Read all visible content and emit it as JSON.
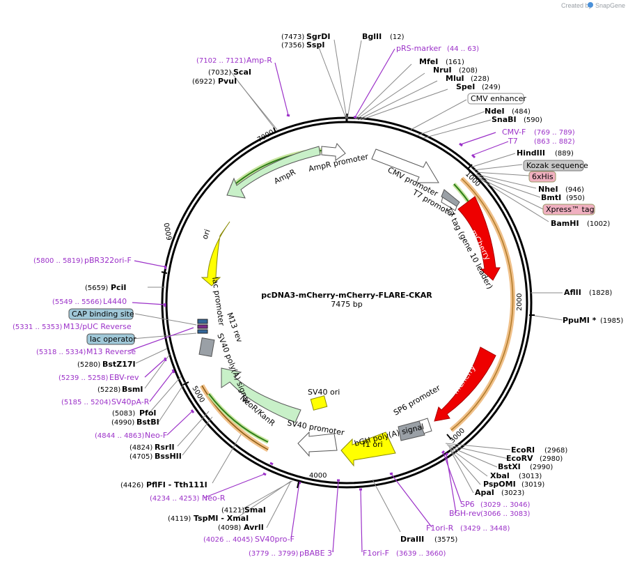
{
  "credit": {
    "created_by": "Created by",
    "brand": "SnapGene"
  },
  "plasmid": {
    "name": "pcDNA3-mCherry-mCherry-FLARE-CKAR",
    "size": "7475 bp"
  },
  "ticks": {
    "t1000": "1000",
    "t2000": "2000",
    "t3000": "3000",
    "t4000": "4000",
    "t5000": "5000",
    "t6000": "6000",
    "t7000": "7000"
  },
  "features": {
    "cmv_enhancer": "CMV enhancer",
    "cmv_promoter": "CMV promoter",
    "t7_promoter": "T7 promoter",
    "t7_tag": "T7 tag (gene 10 leader)",
    "mcherry": "mCherry",
    "sp6_promoter": "SP6 promoter",
    "bgh_polya": "bGH poly(A) signal",
    "f1_ori": "f1 ori",
    "sv40_ori": "SV40 ori",
    "sv40_promoter": "SV40 promoter",
    "neor_kanr": "NeoR/KanR",
    "sv40_polya": "SV40 poly(A) signal",
    "m13_rev": "M13 rev",
    "lac_promoter": "lac promoter",
    "ori": "ori",
    "ampr": "AmpR",
    "ampr_promoter": "AmpR promoter",
    "kozak": "Kozak sequence",
    "his6": "6xHis",
    "xpress": "Xpress™ tag",
    "lac_operator": "lac operator",
    "cap_binding_site": "CAP binding site"
  },
  "enzymes": {
    "sgrdi": {
      "name": "SgrDI",
      "pos": "(7473)"
    },
    "sspi": {
      "name": "SspI",
      "pos": "(7356)"
    },
    "bglii": {
      "name": "BglII",
      "pos": "(12)"
    },
    "mfei": {
      "name": "MfeI",
      "pos": "(161)"
    },
    "nrui": {
      "name": "NruI",
      "pos": "(208)"
    },
    "mlui": {
      "name": "MluI",
      "pos": "(228)"
    },
    "spei": {
      "name": "SpeI",
      "pos": "(249)"
    },
    "ndei": {
      "name": "NdeI",
      "pos": "(484)"
    },
    "snabi": {
      "name": "SnaBI",
      "pos": "(590)"
    },
    "hindiii": {
      "name": "HindIII",
      "pos": "(889)"
    },
    "nhei": {
      "name": "NheI",
      "pos": "(946)"
    },
    "bmti": {
      "name": "BmtI",
      "pos": "(950)"
    },
    "bamhi": {
      "name": "BamHI",
      "pos": "(1002)"
    },
    "aflii": {
      "name": "AflII",
      "pos": "(1828)"
    },
    "ppumi": {
      "name": "PpuMI *",
      "pos": "(1985)"
    },
    "ecori": {
      "name": "EcoRI",
      "pos": "(2968)"
    },
    "ecorv": {
      "name": "EcoRV",
      "pos": "(2980)"
    },
    "bstxi": {
      "name": "BstXI",
      "pos": "(2990)"
    },
    "xbai": {
      "name": "XbaI",
      "pos": "(3013)"
    },
    "pspomi": {
      "name": "PspOMI",
      "pos": "(3019)"
    },
    "apai": {
      "name": "ApaI",
      "pos": "(3023)"
    },
    "draiii": {
      "name": "DraIII",
      "pos": "(3575)"
    },
    "smai": {
      "name": "SmaI",
      "pos": "(4121)"
    },
    "tspmi": {
      "name": "TspMI - XmaI",
      "pos": "(4119)"
    },
    "avrii": {
      "name": "AvrII",
      "pos": "(4098)"
    },
    "pflfi": {
      "name": "PflFI - Tth111I",
      "pos": "(4426)"
    },
    "rsrii": {
      "name": "RsrII",
      "pos": "(4824)"
    },
    "bsshii": {
      "name": "BssHII",
      "pos": "(4705)"
    },
    "pfoi": {
      "name": "PfoI",
      "pos": "(5083)"
    },
    "bstbi": {
      "name": "BstBI",
      "pos": "(4990)"
    },
    "bsmi": {
      "name": "BsmI",
      "pos": "(5228)"
    },
    "bstz17i": {
      "name": "BstZ17I",
      "pos": "(5280)"
    },
    "pcii": {
      "name": "PciI",
      "pos": "(5659)"
    },
    "scai": {
      "name": "ScaI",
      "pos": "(7032)"
    },
    "pvui": {
      "name": "PvuI",
      "pos": "(6922)"
    }
  },
  "primers": {
    "prs_marker": {
      "name": "pRS-marker",
      "pos": "(44 .. 63)"
    },
    "cmv_f": {
      "name": "CMV-F",
      "pos": "(769 .. 789)"
    },
    "t7": {
      "name": "T7",
      "pos": "(863 .. 882)"
    },
    "sp6": {
      "name": "SP6",
      "pos": "(3029 .. 3046)"
    },
    "bgh_rev": {
      "name": "BGH-rev",
      "pos": "(3066 .. 3083)"
    },
    "f1ori_r": {
      "name": "F1ori-R",
      "pos": "(3429 .. 3448)"
    },
    "f1ori_f": {
      "name": "F1ori-F",
      "pos": "(3639 .. 3660)"
    },
    "pbabe3": {
      "name": "pBABE 3'",
      "pos": "(3779 .. 3799)"
    },
    "sv40pro_f": {
      "name": "SV40pro-F",
      "pos": "(4026 .. 4045)"
    },
    "neo_r": {
      "name": "Neo-R",
      "pos": "(4234 .. 4253)"
    },
    "neo_f": {
      "name": "Neo-F",
      "pos": "(4844 .. 4863)"
    },
    "sv40pa_r": {
      "name": "SV40pA-R",
      "pos": "(5185 .. 5204)"
    },
    "ebv_rev": {
      "name": "EBV-rev",
      "pos": "(5239 .. 5258)"
    },
    "m13_reverse": {
      "name": "M13 Reverse",
      "pos": "(5318 .. 5334)"
    },
    "m13_puc_reverse": {
      "name": "M13/pUC Reverse",
      "pos": "(5331 .. 5353)"
    },
    "l4440": {
      "name": "L4440",
      "pos": "(5549 .. 5566)"
    },
    "pbr322ori_f": {
      "name": "pBR322ori-F",
      "pos": "(5800 .. 5819)"
    },
    "amp_r": {
      "name": "Amp-R",
      "pos": "(7102 .. 7121)"
    }
  },
  "colors": {
    "primer": "#9b30c8",
    "mcherry": "#ee0000",
    "ori": "#ffff00",
    "resistance": "#c8f0c8",
    "terminator": "#9aa0a6"
  }
}
